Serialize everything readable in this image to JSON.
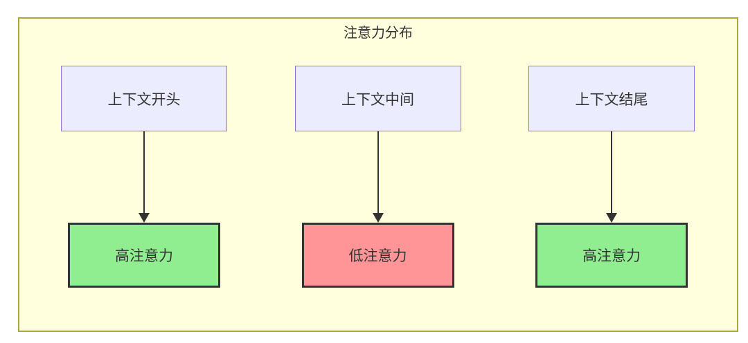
{
  "diagram": {
    "title": "注意力分布",
    "columns": [
      {
        "source": "上下文开头",
        "target": "高注意力",
        "attention": "high"
      },
      {
        "source": "上下文中间",
        "target": "低注意力",
        "attention": "low"
      },
      {
        "source": "上下文结尾",
        "target": "高注意力",
        "attention": "high"
      }
    ],
    "colors": {
      "container_fill": "#FFFFDE",
      "container_border": "#AAAA33",
      "source_fill": "#ECECFF",
      "source_border": "#9370DB",
      "high_attention_fill": "#90EE90",
      "low_attention_fill": "#FF9596",
      "node_border": "#333333",
      "arrow": "#333333",
      "text": "#333333"
    }
  }
}
